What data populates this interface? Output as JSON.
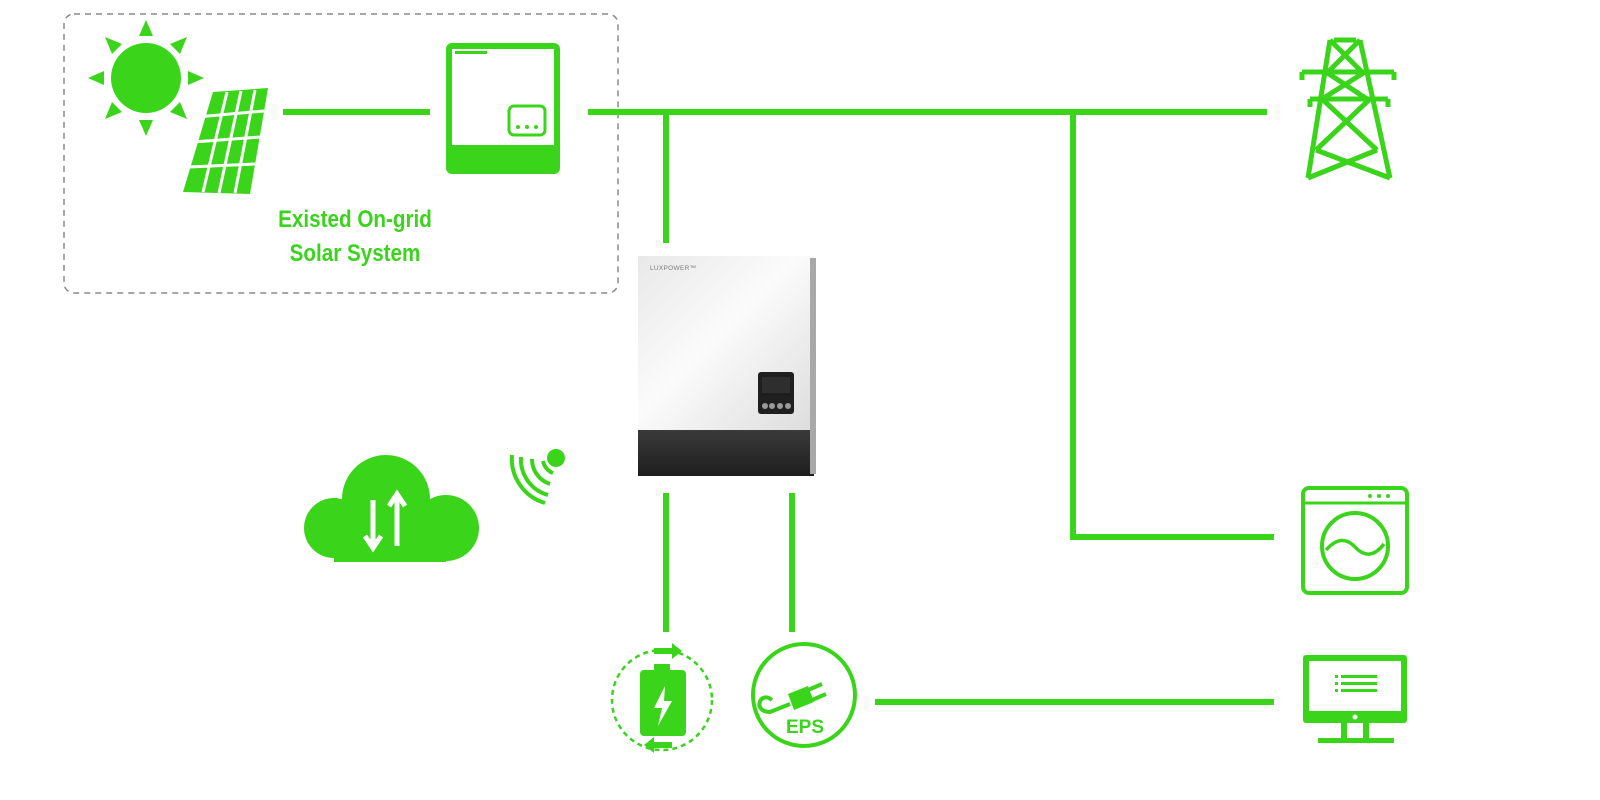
{
  "diagram": {
    "caption_line1": "Existed On-grid",
    "caption_line2": "Solar System",
    "eps_label": "EPS",
    "inverter_brand": "LUXPOWER™"
  },
  "colors": {
    "accent": "#3ad41b",
    "dashed_border": "#8a8a8a",
    "inverter_body_light": "#f2f2f2",
    "inverter_body_dark": "#2a2a2a"
  },
  "icons": [
    "sun-icon",
    "solar-panel-icon",
    "on-grid-inverter-icon",
    "transmission-tower-icon",
    "hybrid-inverter-icon",
    "cloud-icon",
    "wifi-signal-icon",
    "battery-icon",
    "eps-plug-icon",
    "washing-machine-icon",
    "monitor-icon"
  ]
}
